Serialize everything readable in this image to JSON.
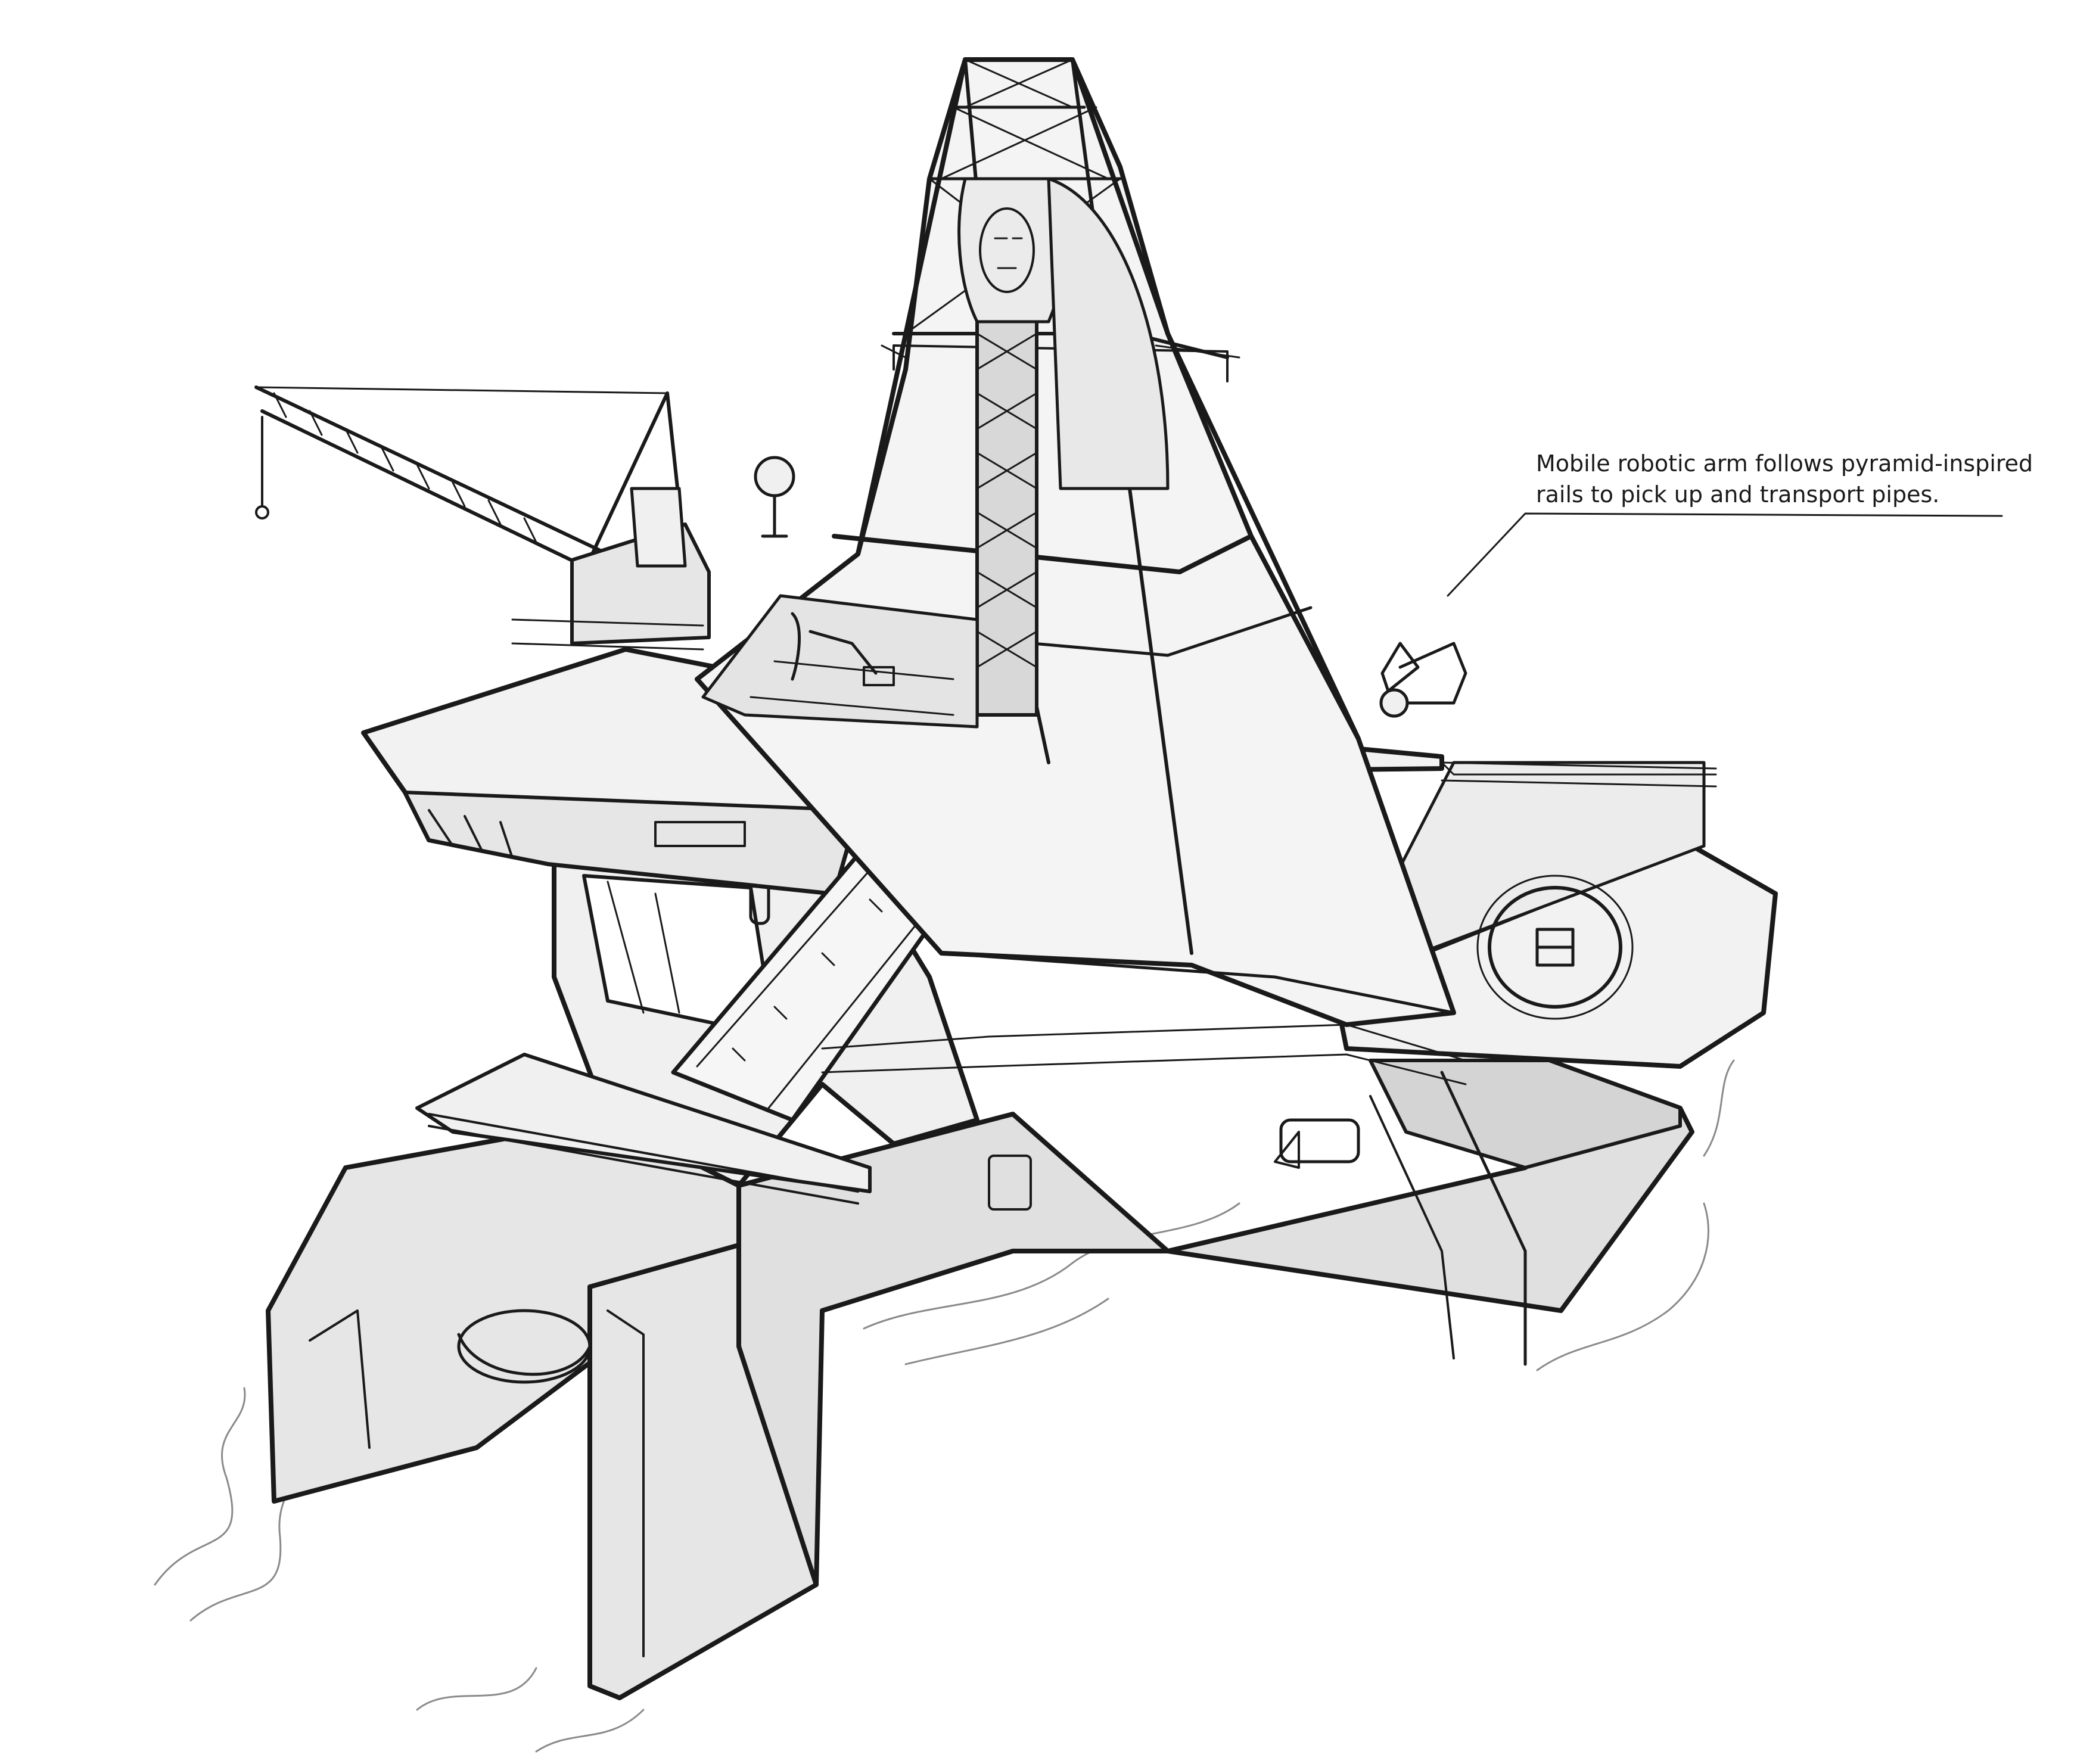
{
  "annotation": {
    "line1": "Mobile robotic arm follows pyramid-inspired",
    "line2": "rails to pick up and transport pipes."
  },
  "colors": {
    "ink": "#1a1a1a",
    "hull_fill": "#e6e6e6",
    "deck_fill": "#f2f2f2",
    "shadow_fill": "#d4d4d4",
    "water_line": "#8a8a8a",
    "background": "#ffffff"
  },
  "illustration": {
    "subject": "offshore-drilling-platform",
    "style": "line-drawing-greyscale"
  }
}
